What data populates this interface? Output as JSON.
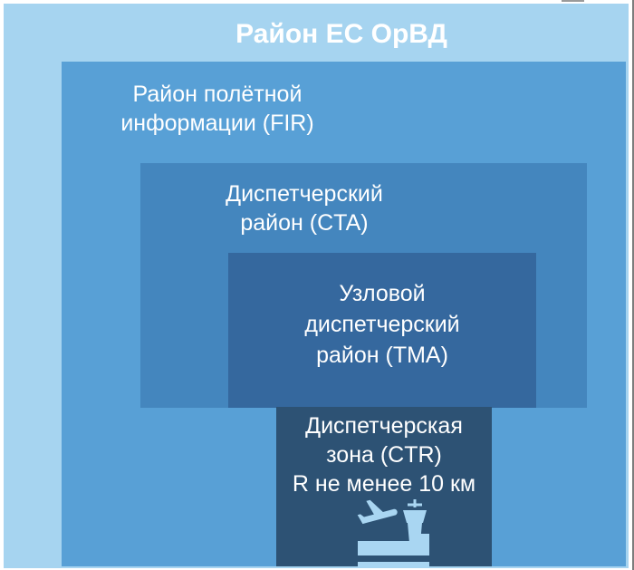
{
  "title": "Район ЕС ОрВД",
  "zones": {
    "fir": {
      "lines": [
        "Район полётной",
        "информации (FIR)"
      ]
    },
    "cta": {
      "lines": [
        "Диспетчерский",
        "район (CTA)"
      ]
    },
    "tma": {
      "lines": [
        "Узловой",
        "диспетчерский",
        "район (TMA)"
      ]
    },
    "ctr": {
      "lines": [
        "Диспетчерская",
        "зона (CTR)",
        "R не менее 10 км"
      ]
    }
  },
  "icons": {
    "airport": "airplane-takeoff-and-control-tower-icon"
  },
  "colors": {
    "outer": "#a6d4f0",
    "fir": "#58a0d6",
    "cta": "#4486be",
    "tma": "#35689e",
    "ctr": "#2d5274",
    "icon_fill": "#a9d6f2",
    "text": "#ffffff"
  }
}
